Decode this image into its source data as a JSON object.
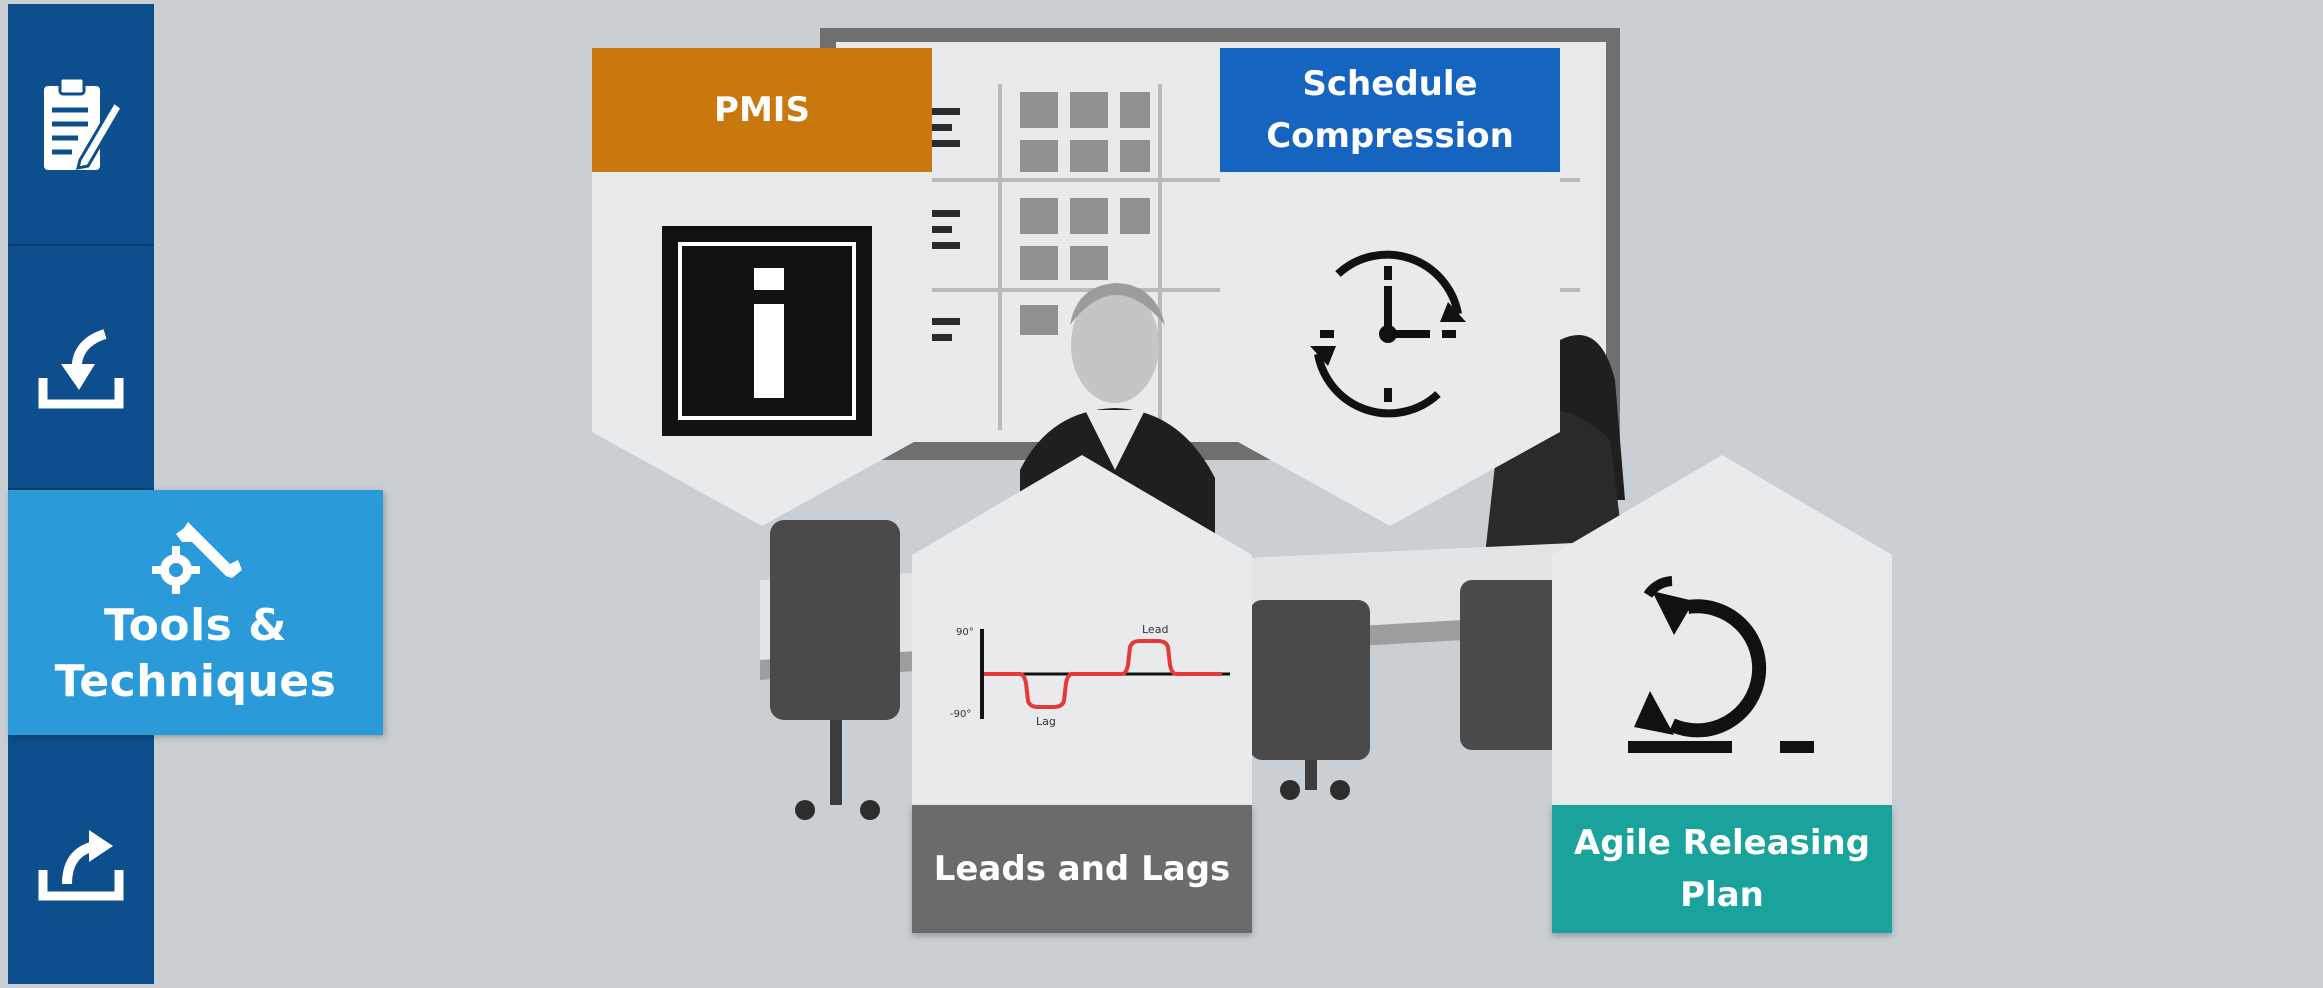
{
  "sidebar": {
    "items": [
      {
        "icon": "clipboard-edit-icon"
      },
      {
        "icon": "download-tray-icon"
      },
      {
        "icon": "tools-wrench-gear-icon",
        "label_line1": "Tools &",
        "label_line2": "Techniques",
        "active": true
      },
      {
        "icon": "upload-tray-icon"
      }
    ]
  },
  "cards": {
    "pmis": {
      "title": "PMIS",
      "icon": "information-icon",
      "color": "#c8780c"
    },
    "schedule_compression": {
      "title_line1": "Schedule",
      "title_line2": "Compression",
      "icon": "clock-cycle-icon",
      "color": "#1565c0"
    },
    "leads_lags": {
      "title": "Leads and Lags",
      "icon": "lead-lag-wave-icon",
      "color": "#6b6b6b",
      "diagram": {
        "lead_label": "Lead",
        "lag_label": "Lag",
        "top_tick": "90°",
        "bottom_tick": "-90°"
      }
    },
    "agile_release": {
      "title_line1": "Agile Releasing",
      "title_line2": "Plan",
      "icon": "iteration-loop-icon",
      "color": "#1aa39c"
    }
  },
  "colors": {
    "nav_dark": "#0d4f8c",
    "nav_active": "#2a9ad8",
    "background": "#c9cfd2",
    "card_body": "#e8eaec"
  }
}
